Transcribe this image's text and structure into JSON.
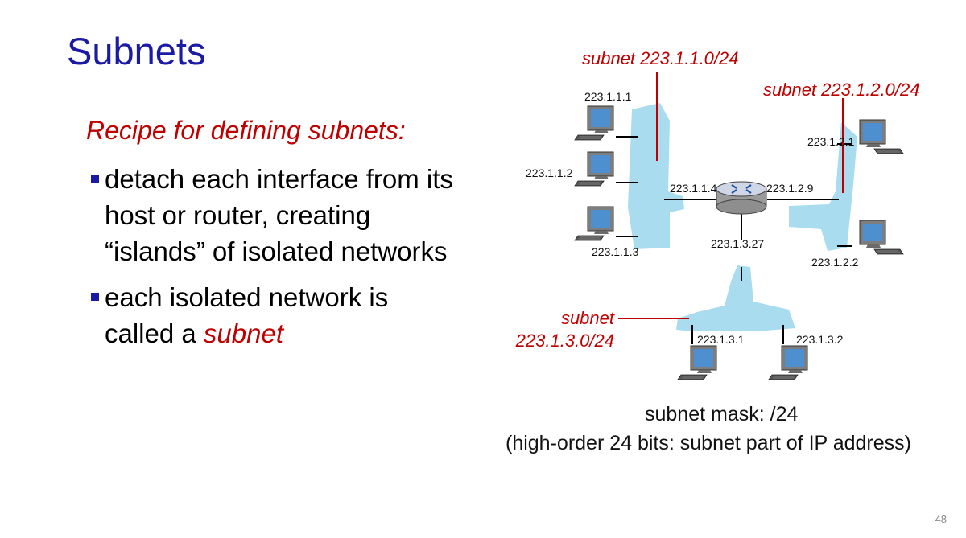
{
  "slide": {
    "title": "Subnets",
    "recipe_heading": "Recipe for defining subnets:",
    "bullets": [
      {
        "lines": [
          "detach each interface from its",
          "host or router, creating",
          "“islands” of isolated networks"
        ]
      },
      {
        "line1": "each isolated network is",
        "line2_prefix": "called a ",
        "line2_emphasis": "subnet"
      }
    ],
    "mask_text": "subnet mask: /24",
    "mask_note": "(high-order 24 bits: subnet part of IP address)",
    "page_number": "48"
  },
  "diagram": {
    "subnet_labels": {
      "s1": "subnet 223.1.1.0/24",
      "s2": "subnet 223.1.2.0/24",
      "s3_word": "subnet",
      "s3_addr": "223.1.3.0/24"
    },
    "ip_labels": {
      "h111": "223.1.1.1",
      "h112": "223.1.1.2",
      "h113": "223.1.1.3",
      "r114": "223.1.1.4",
      "r129": "223.1.2.9",
      "h121": "223.1.2.1",
      "h122": "223.1.2.2",
      "r1327": "223.1.3.27",
      "h131": "223.1.3.1",
      "h132": "223.1.3.2"
    },
    "colors": {
      "subnet_fill": "#a9dcef",
      "accent_red": "#c00000",
      "title_blue": "#1a1aa6"
    }
  }
}
